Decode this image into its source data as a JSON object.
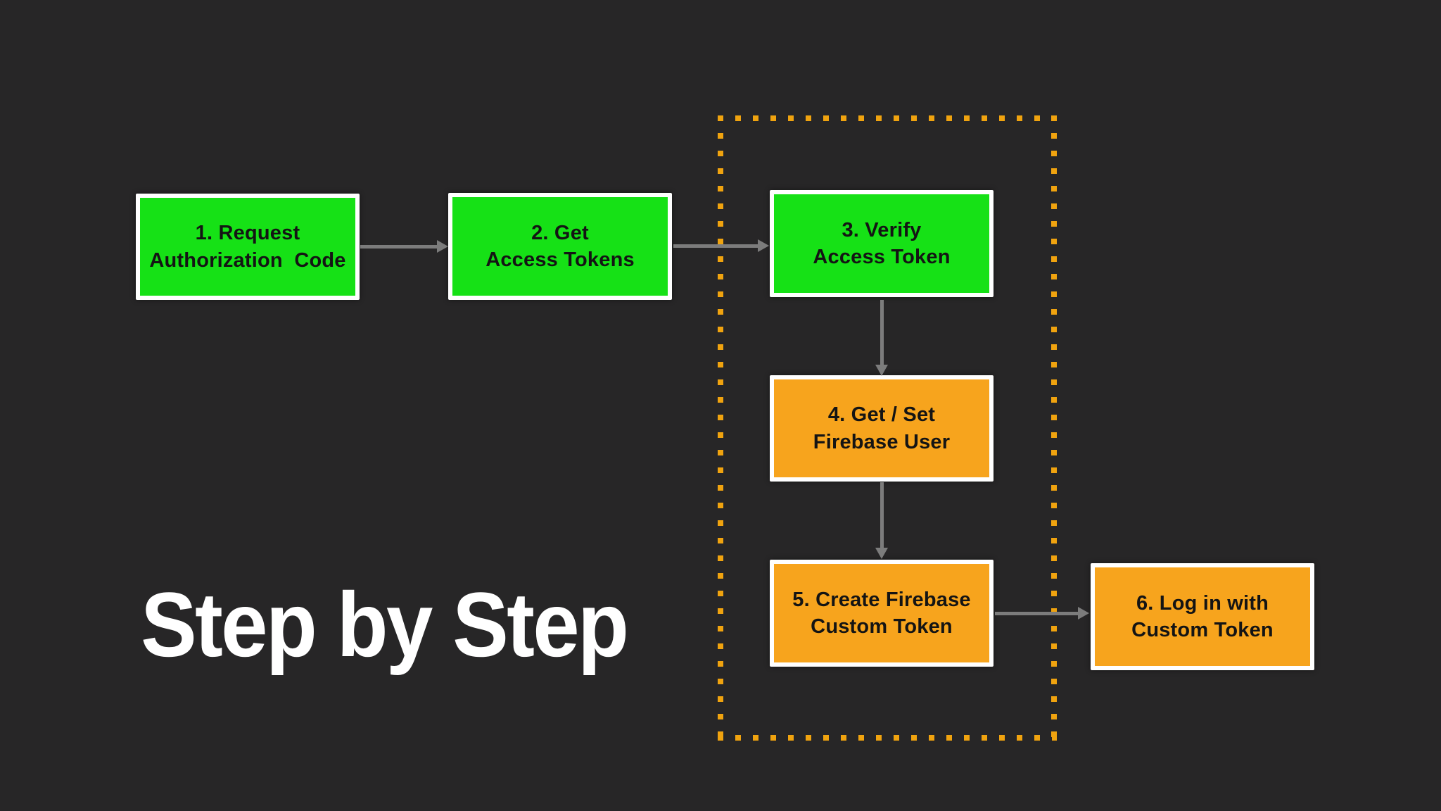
{
  "title": "Step by Step",
  "colors": {
    "background": "#272627",
    "green": "#16e116",
    "orange": "#f7a41d",
    "dot": "#f0a30f",
    "arrow": "#7c7c7c",
    "box_border": "#ffffff",
    "box_text": "#141414",
    "title_text": "#ffffff"
  },
  "flow": {
    "steps": [
      {
        "id": 1,
        "label": "1. Request\nAuthorization  Code",
        "color": "green"
      },
      {
        "id": 2,
        "label": "2. Get\nAccess Tokens",
        "color": "green"
      },
      {
        "id": 3,
        "label": "3. Verify\nAccess Token",
        "color": "green"
      },
      {
        "id": 4,
        "label": "4. Get / Set\nFirebase User",
        "color": "orange"
      },
      {
        "id": 5,
        "label": "5. Create Firebase\nCustom Token",
        "color": "orange"
      },
      {
        "id": 6,
        "label": "6. Log in with\nCustom Token",
        "color": "orange"
      }
    ]
  }
}
